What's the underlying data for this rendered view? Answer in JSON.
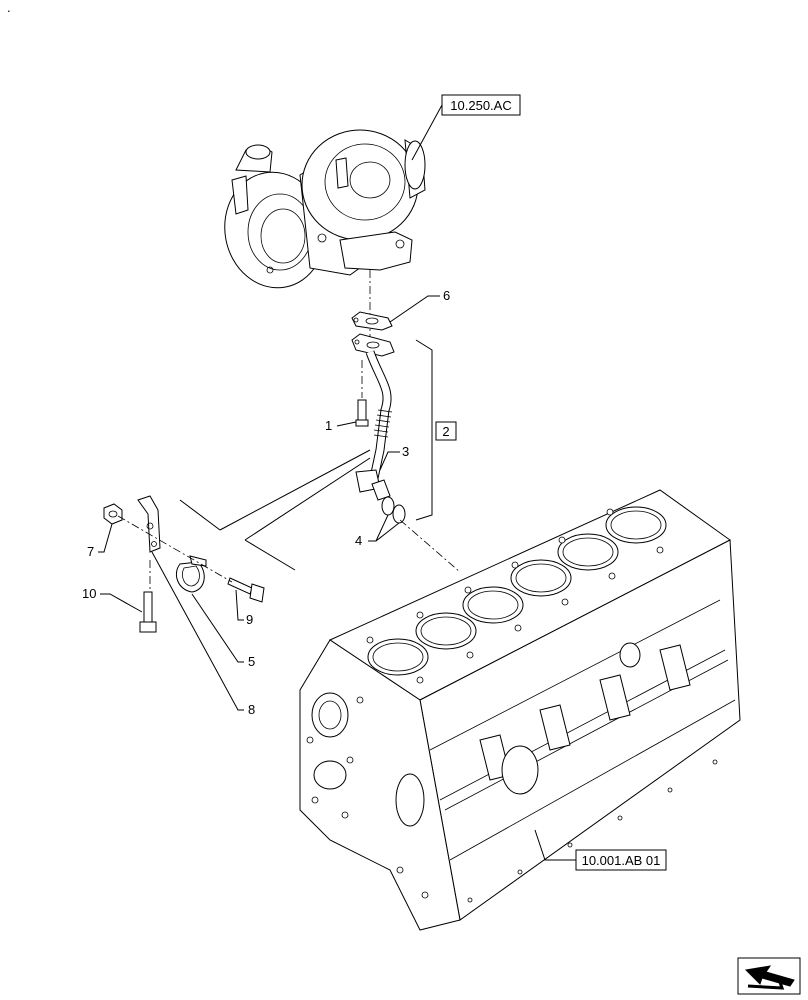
{
  "corner_mark": ".",
  "references": {
    "turbocharger": "10.250.AC",
    "engine_block": "10.001.AB 01"
  },
  "group_box_label": "2",
  "callouts": {
    "c1": "1",
    "c3": "3",
    "c4": "4",
    "c5": "5",
    "c6": "6",
    "c7": "7",
    "c8": "8",
    "c9": "9",
    "c10": "10"
  },
  "nav_icon": "next-page-arrow-icon"
}
